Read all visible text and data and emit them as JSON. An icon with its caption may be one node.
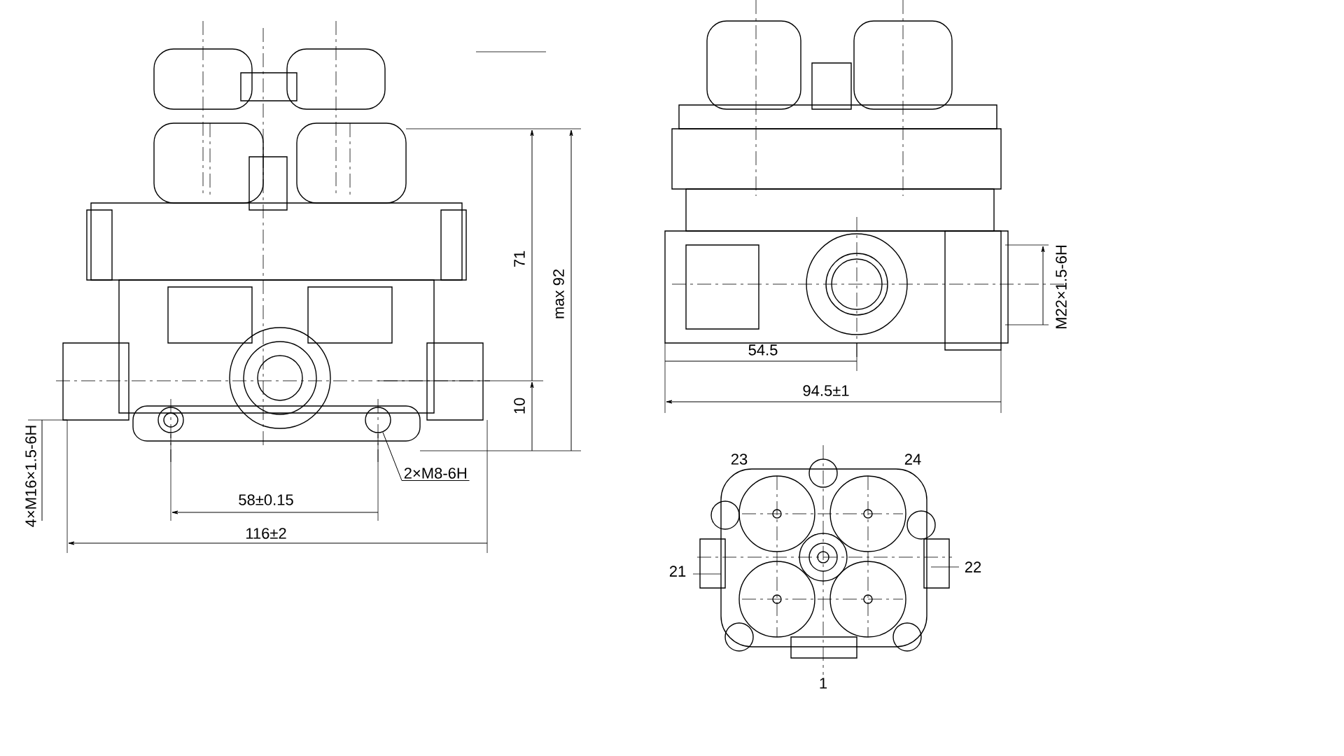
{
  "diagram": {
    "nodes": [
      {
        "text": [
          "2×M8-6H"
        ]
      },
      {
        "text": [],
        "shape": "circle"
      }
    ],
    "edges": [
      {
        "from": 0,
        "to": 1,
        "arrow": "none"
      }
    ],
    "labels": [
      "71",
      "max 92",
      "10",
      "54.5",
      "94.5±1",
      "M22×1.5-6H",
      "23",
      "24",
      "4×M16×1.5-6H",
      "58±0.15",
      "21",
      "22",
      "116±2",
      "1"
    ]
  }
}
